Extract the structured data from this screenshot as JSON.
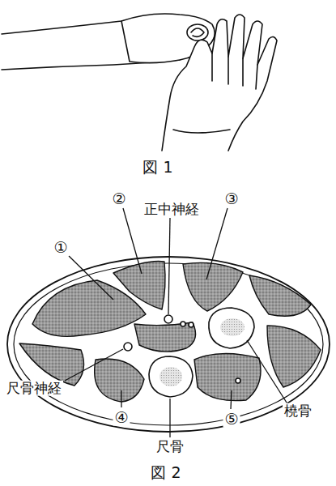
{
  "diagram": {
    "labels": [
      "図 1",
      "②",
      "正中神経",
      "③",
      "①",
      "尺骨神経",
      "④",
      "尺骨",
      "⑤",
      "橈骨",
      "図 2"
    ]
  }
}
